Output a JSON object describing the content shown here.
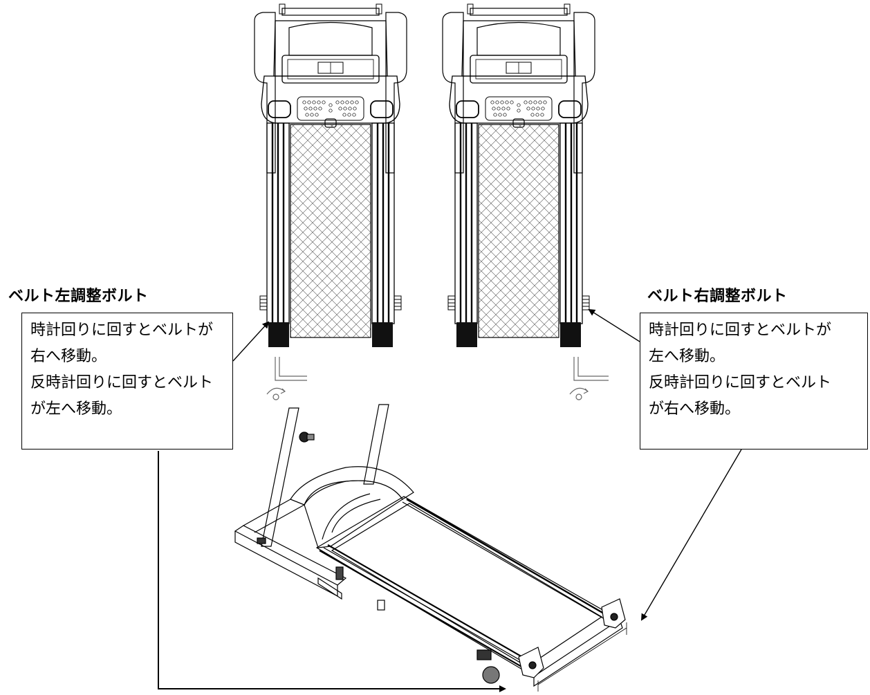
{
  "left_bolt": {
    "heading": "ベルト左調整ボルト",
    "lines": [
      "時計回りに回すとベルトが",
      "右へ移動。",
      "反時計回りに回すとベルト",
      "が左へ移動。"
    ]
  },
  "right_bolt": {
    "heading": "ベルト右調整ボルト",
    "lines": [
      "時計回りに回すとベルトが",
      "左へ移動。",
      "反時計回りに回すとベルト",
      "が右へ移動。"
    ]
  },
  "icons": {
    "treadmill_top_view": "treadmill-top-view",
    "treadmill_perspective": "treadmill-perspective-view",
    "allen_key": "allen-key-icon",
    "rotation": "rotation-arrow-icon",
    "pointer_arrow": "arrow-pointer"
  }
}
